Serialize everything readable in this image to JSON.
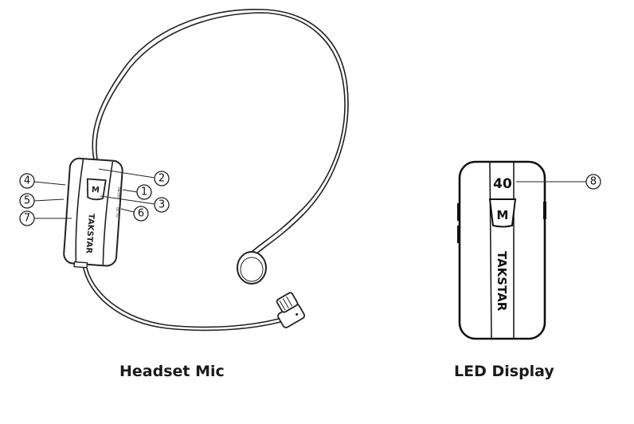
{
  "captions": {
    "headset": "Headset Mic",
    "led": "LED Display"
  },
  "headset_device": {
    "brand": "TAKSTAR",
    "button": "M",
    "side_labels": {
      "power": "ON/OFF",
      "charge": "DC 5V"
    },
    "callouts": [
      "1",
      "2",
      "3",
      "4",
      "5",
      "6",
      "7"
    ]
  },
  "led_device": {
    "brand": "TAKSTAR",
    "button": "M",
    "display_value": "40",
    "callouts": [
      "8"
    ]
  }
}
